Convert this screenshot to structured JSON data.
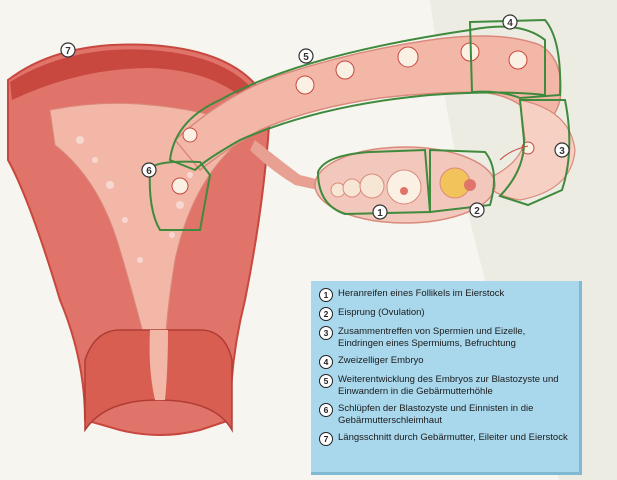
{
  "markers": [
    "1",
    "2",
    "3",
    "4",
    "5",
    "6",
    "7"
  ],
  "legend": [
    {
      "num": "1",
      "text": "Heranreifen eines Follikels im Eierstock"
    },
    {
      "num": "2",
      "text": "Eisprung (Ovulation)"
    },
    {
      "num": "3",
      "text": "Zusammentreffen von Spermien und Eizelle, Eindringen eines Spermiums, Befruchtung"
    },
    {
      "num": "4",
      "text": "Zweizelliger Embryo"
    },
    {
      "num": "5",
      "text": "Weiterentwicklung des Embryos zur Blastozyste und Einwandern in die Gebärmutterhöhle"
    },
    {
      "num": "6",
      "text": "Schlüpfen der Blastozyste und Einnisten in die Gebärmutterschleimhaut"
    },
    {
      "num": "7",
      "text": "Längsschnitt durch Gebärmutter, Eileiter und Eierstock"
    }
  ],
  "colors": {
    "tissue": "#e1746a",
    "muscle": "#c8473e",
    "lining": "#f3b7a8",
    "outline": "#3f8a3d",
    "legend_bg": "#a9d7ec"
  }
}
